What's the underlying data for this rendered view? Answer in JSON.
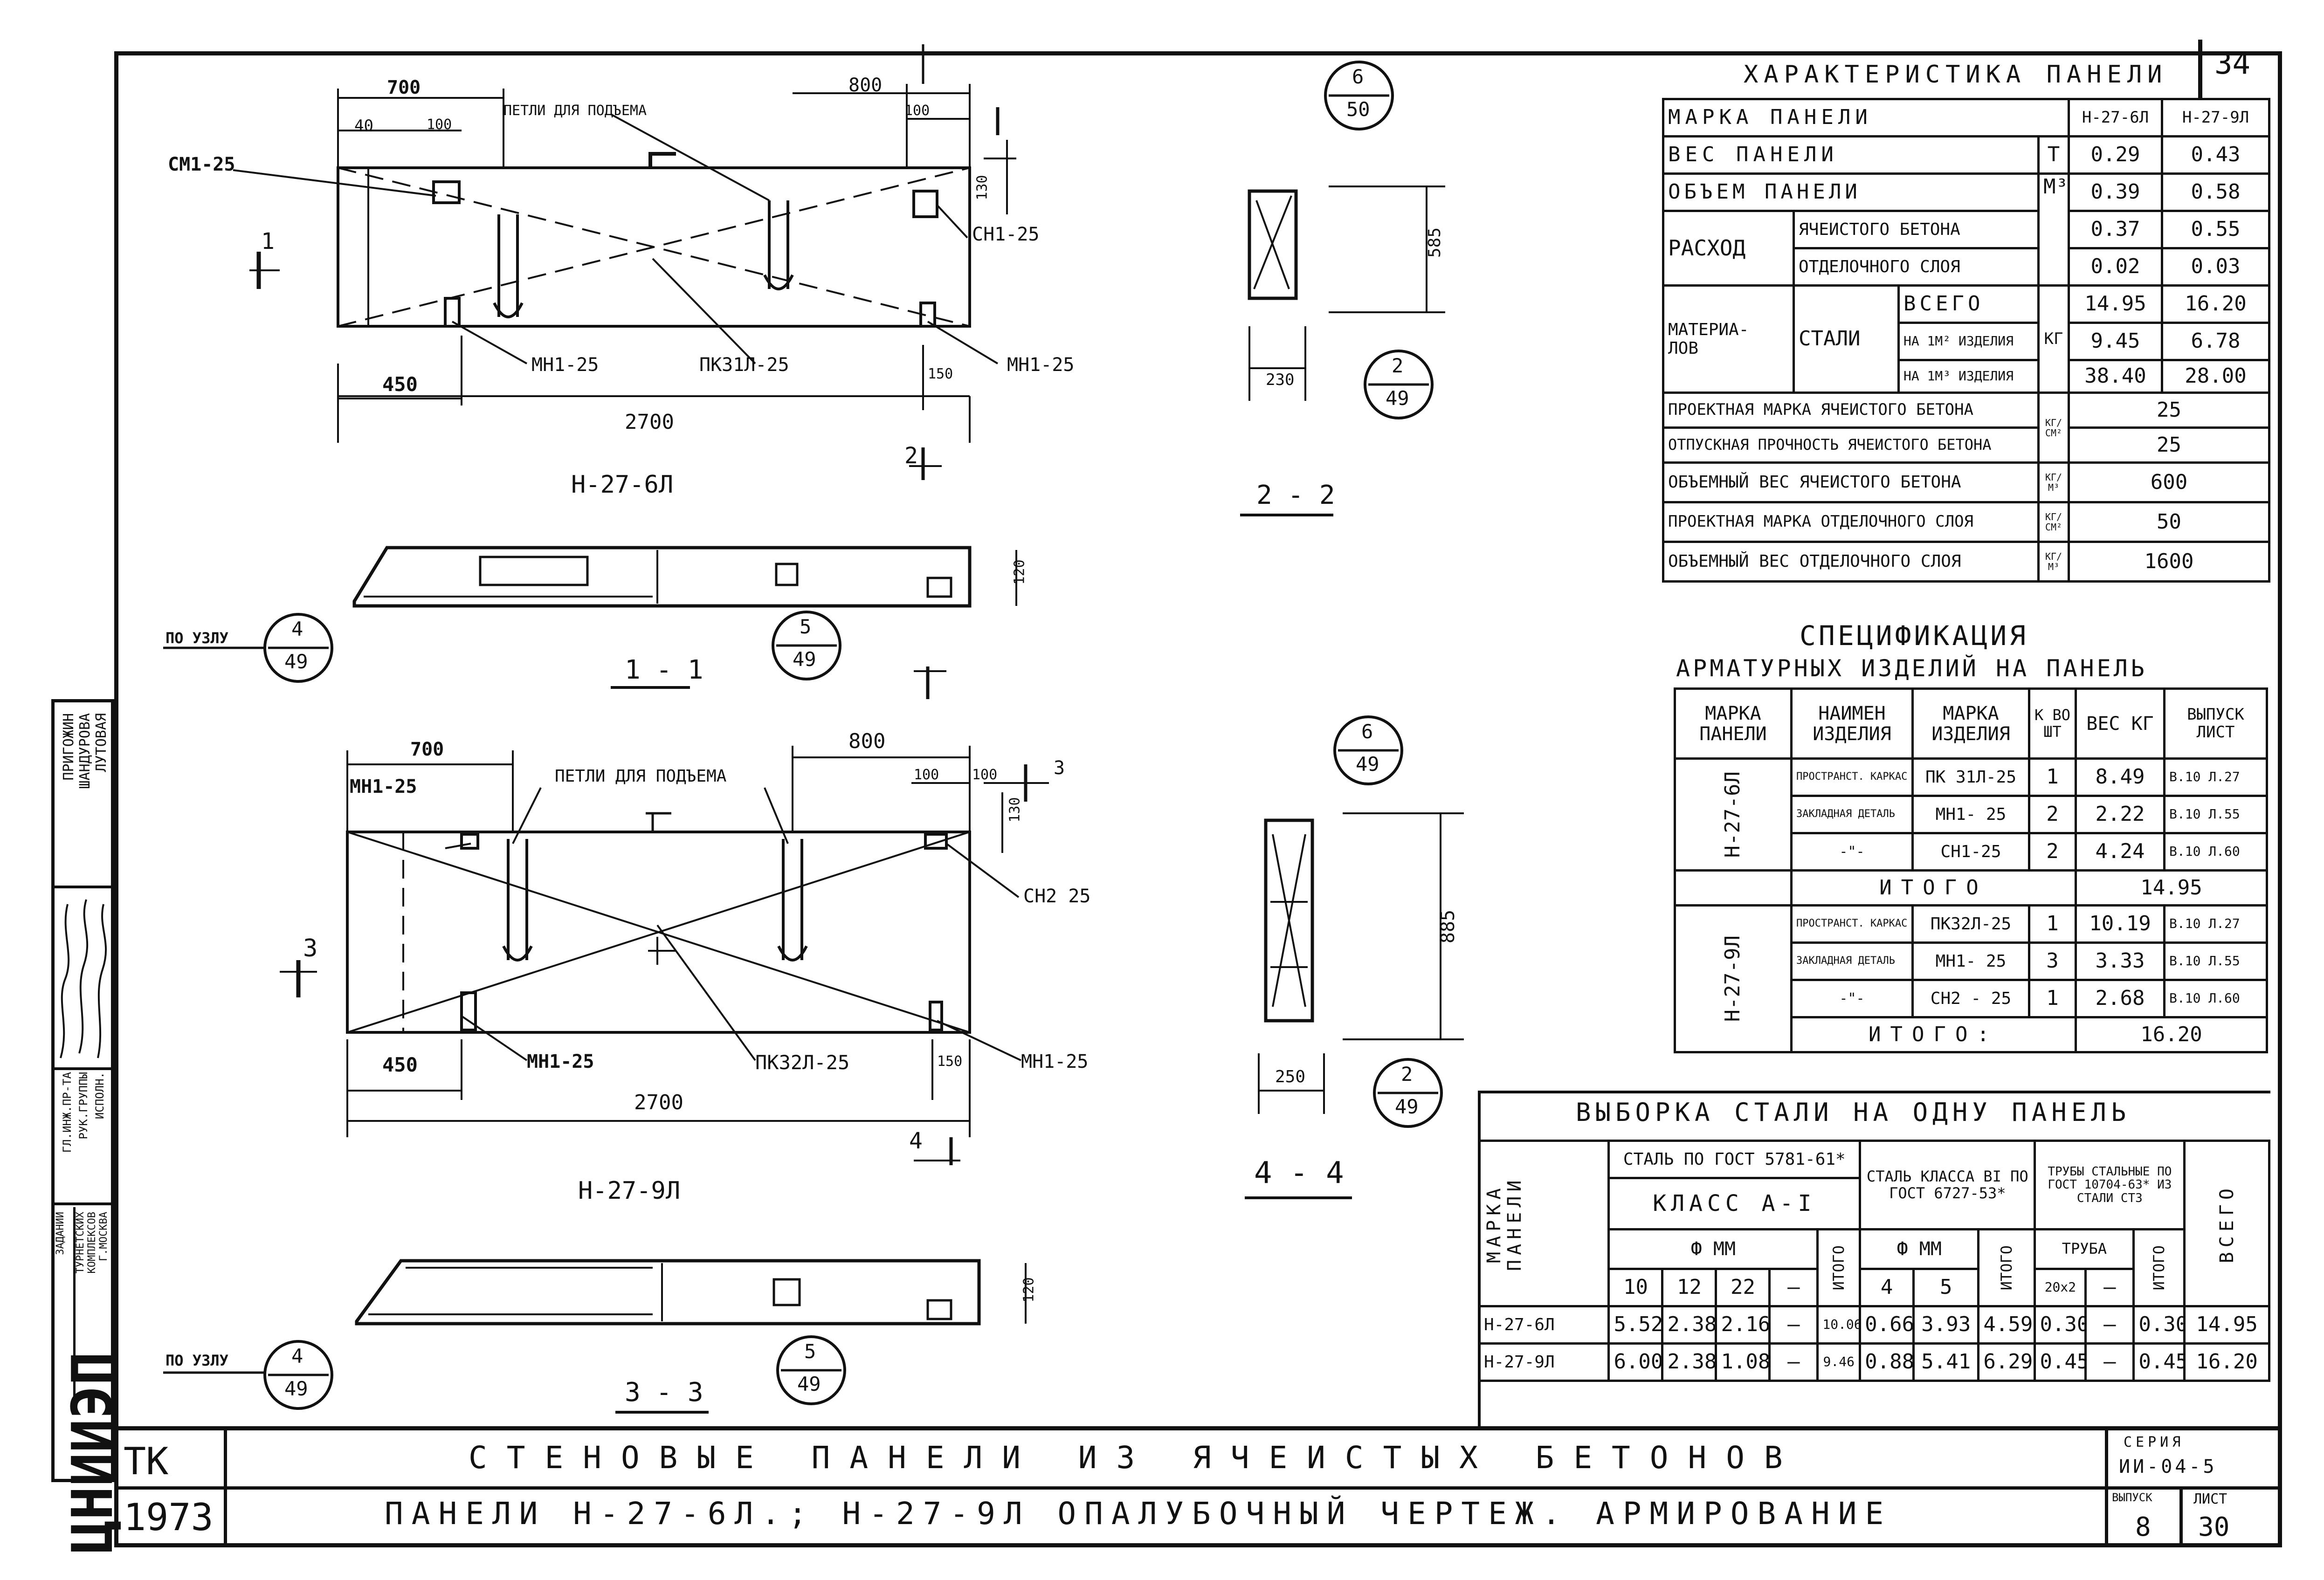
{
  "page_number": "34",
  "title_block": {
    "tk": "ТК",
    "year": "1973",
    "org": "ЦНИИЭП",
    "title_main": "СТЕНОВЫЕ ПАНЕЛИ ИЗ ЯЧЕИСТЫХ БЕТОНОВ",
    "title_sub": "ПАНЕЛИ Н-27-6Л.; Н-27-9Л ОПАЛУБОЧНЫЙ ЧЕРТЕЖ. АРМИРОВАНИЕ",
    "series_label": "СЕРИЯ",
    "series_value": "ИИ-04-5",
    "issue_label": "ВЫПУСК",
    "issue_value": "8",
    "sheet_label": "ЛИСТ",
    "sheet_value": "30"
  },
  "signatures": {
    "cols": [
      [
        "ЗАДАНИИ",
        "ТУРНЕТСКИХ",
        "КОМПЛЕКСОВ",
        "Г.МОСКВА"
      ],
      [
        "ГЛ.ИНЖ.ПР-ТА",
        "РУК.ГРУППЫ",
        "ИСПОЛН."
      ],
      [
        "ПРИГОЖИН",
        "ШАНДУРОВА",
        "ЛУТОВАЯ"
      ]
    ]
  },
  "drawing": {
    "panel1": {
      "label": "Н-27-6Л",
      "dims": {
        "d700": "700",
        "d800": "800",
        "d100a": "100",
        "d100b": "100",
        "d40": "40",
        "d130": "130",
        "d450": "450",
        "d150": "150",
        "d2700": "2700"
      },
      "callouts": {
        "cm1_left": "СМ1-25",
        "lift_loop": "ПЕТЛИ ДЛЯ ПОДЪЕМА",
        "cm1_right": "СН1-25",
        "mn1_left": "МН1-25",
        "pk": "ПК31Л-25",
        "mn1_right": "МН1-25"
      },
      "section_marks": {
        "s1": "1",
        "s2": "2"
      }
    },
    "panel2": {
      "label": "Н-27-9Л",
      "dims": {
        "d700": "700",
        "d800": "800",
        "d100a": "100",
        "d100b": "100",
        "d3": "3",
        "d130": "130",
        "d450": "450",
        "d150": "150",
        "d2700": "2700"
      },
      "callouts": {
        "mn1_top": "МН1-25",
        "lift_loop": "ПЕТЛИ ДЛЯ ПОДЪЕМА",
        "cn2": "СН2 25",
        "mn1_left": "МН1-25",
        "pk": "ПК32Л-25",
        "mn1_right": "МН1-25"
      },
      "section_marks": {
        "s3": "3",
        "s4": "4"
      }
    },
    "section_2_2": {
      "label": "2 - 2",
      "dim_h": "585",
      "dim_w": "230",
      "ref_top": {
        "n": "6",
        "d": "50"
      },
      "ref_bot": {
        "n": "2",
        "d": "49"
      }
    },
    "section_4_4": {
      "label": "4 - 4",
      "dim_h": "885",
      "dim_w": "250",
      "ref_top": {
        "n": "6",
        "d": "49"
      },
      "ref_bot": {
        "n": "2",
        "d": "49"
      }
    },
    "section_1_1": {
      "label": "1 - 1",
      "dim": "120",
      "node_label": "ПО УЗЛУ",
      "node_ref": {
        "n": "4",
        "d": "49"
      },
      "ref": {
        "n": "5",
        "d": "49"
      }
    },
    "section_3_3": {
      "label": "3 - 3",
      "dim": "120",
      "node_label": "ПО УЗЛУ",
      "node_ref": {
        "n": "4",
        "d": "49"
      },
      "ref": {
        "n": "5",
        "d": "49"
      }
    }
  },
  "characteristics": {
    "title": "ХАРАКТЕРИСТИКА ПАНЕЛИ",
    "col1": "Н-27-6Л",
    "col2": "Н-27-9Л",
    "rows": {
      "mark": "МАРКА ПАНЕЛИ",
      "weight": "ВЕС ПАНЕЛИ",
      "weight_unit": "Т",
      "weight_v1": "0.29",
      "weight_v2": "0.43",
      "volume": "ОБЪЕМ ПАНЕЛИ",
      "volume_v1": "0.39",
      "volume_v2": "0.58",
      "rashod": "РАСХОД",
      "materialov": "МАТЕРИА- ЛОВ",
      "cell_concrete": "ЯЧЕИСТОГО БЕТОНА",
      "m3": "М³",
      "cell_v1": "0.37",
      "cell_v2": "0.55",
      "finish_layer": "ОТДЕЛОЧНОГО СЛОЯ",
      "finish_v1": "0.02",
      "finish_v2": "0.03",
      "steel": "СТАЛИ",
      "total": "ВСЕГО",
      "total_v1": "14.95",
      "total_v2": "16.20",
      "per_m2": "НА 1М² ИЗДЕЛИЯ",
      "kg": "КГ",
      "per_m2_v1": "9.45",
      "per_m2_v2": "6.78",
      "per_m3": "НА 1М³ ИЗДЕЛИЯ",
      "per_m3_v1": "38.40",
      "per_m3_v2": "28.00",
      "design_grade": "ПРОЕКТНАЯ МАРКА ЯЧЕИСТОГО БЕТОНА",
      "kgcm2": "КГ/СМ²",
      "design_grade_v": "25",
      "release_strength": "ОТПУСКНАЯ ПРОЧНОСТЬ ЯЧЕИСТОГО БЕТОНА",
      "release_strength_v": "25",
      "vol_weight_cell": "ОБЪЕМНЫЙ ВЕС ЯЧЕИСТОГО БЕТОНА",
      "kgm3": "КГ/М³",
      "vol_weight_cell_v": "600",
      "design_grade_finish": "ПРОЕКТНАЯ МАРКА ОТДЕЛОЧНОГО СЛОЯ",
      "design_grade_finish_v": "50",
      "vol_weight_finish": "ОБЪЕМНЫЙ ВЕС ОТДЕЛОЧНОГО СЛОЯ",
      "vol_weight_finish_v": "1600"
    }
  },
  "specification": {
    "title1": "СПЕЦИФИКАЦИЯ",
    "title2": "АРМАТУРНЫХ ИЗДЕЛИЙ НА ПАНЕЛЬ",
    "headers": {
      "mark_panel": "МАРКА ПАНЕЛИ",
      "name": "НАИМЕН ИЗДЕЛИЯ",
      "mark_item": "МАРКА ИЗДЕЛИЯ",
      "qty": "К ВО ШТ",
      "weight": "ВЕС КГ",
      "issue": "ВЫПУСК ЛИСТ"
    },
    "groups": [
      {
        "panel": "Н-27-6Л",
        "rows": [
          {
            "name": "ПРОСТРАНСТ. КАРКАС",
            "mark": "ПК 31Л-25",
            "qty": "1",
            "w": "8.49",
            "iss": "В.10 Л.27"
          },
          {
            "name": "ЗАКЛАДНАЯ ДЕТАЛЬ",
            "mark": "МН1- 25",
            "qty": "2",
            "w": "2.22",
            "iss": "В.10 Л.55"
          },
          {
            "name": "-\"-",
            "mark": "СН1-25",
            "qty": "2",
            "w": "4.24",
            "iss": "В.10 Л.60"
          }
        ],
        "total_label": "ИТОГО",
        "total": "14.95"
      },
      {
        "panel": "Н-27-9Л",
        "rows": [
          {
            "name": "ПРОСТРАНСТ. КАРКАС",
            "mark": "ПК32Л-25",
            "qty": "1",
            "w": "10.19",
            "iss": "В.10 Л.27"
          },
          {
            "name": "ЗАКЛАДНАЯ ДЕТАЛЬ",
            "mark": "МН1- 25",
            "qty": "3",
            "w": "3.33",
            "iss": "В.10 Л.55"
          },
          {
            "name": "-\"-",
            "mark": "СН2 - 25",
            "qty": "1",
            "w": "2.68",
            "iss": "В.10 Л.60"
          }
        ],
        "total_label": "ИТОГО:",
        "total": "16.20"
      }
    ]
  },
  "steel_selection": {
    "title": "ВЫБОРКА СТАЛИ НА ОДНУ ПАНЕЛЬ",
    "mark_panel": "МАРКА ПАНЕЛИ",
    "steel_gost": "СТАЛЬ ПО ГОСТ 5781-61*",
    "class_a1": "КЛАСС А-I",
    "steel_class": "СТАЛЬ КЛАССА ВI ПО ГОСТ 6727-53*",
    "pipes": "ТРУБЫ СТАЛЬНЫЕ ПО ГОСТ 10704-63* ИЗ СТАЛИ СТ3",
    "phi_mm": "Ф ММ",
    "phi_mm2": "Ф ММ",
    "pipe": "ТРУБА",
    "itogo": "ИТОГО",
    "vsego": "ВСЕГО",
    "sub": [
      "10",
      "12",
      "22",
      "—",
      "4",
      "5",
      "20х2",
      "—"
    ],
    "rows": [
      {
        "mark": "Н-27-6Л",
        "v": [
          "5.52",
          "2.38",
          "2.16",
          "—",
          "10.06",
          "0.66",
          "3.93",
          "4.59",
          "0.30",
          "—",
          "0.30",
          "14.95"
        ]
      },
      {
        "mark": "Н-27-9Л",
        "v": [
          "6.00",
          "2.38",
          "1.08",
          "—",
          "9.46",
          "0.88",
          "5.41",
          "6.29",
          "0.45",
          "—",
          "0.45",
          "16.20"
        ]
      }
    ]
  }
}
